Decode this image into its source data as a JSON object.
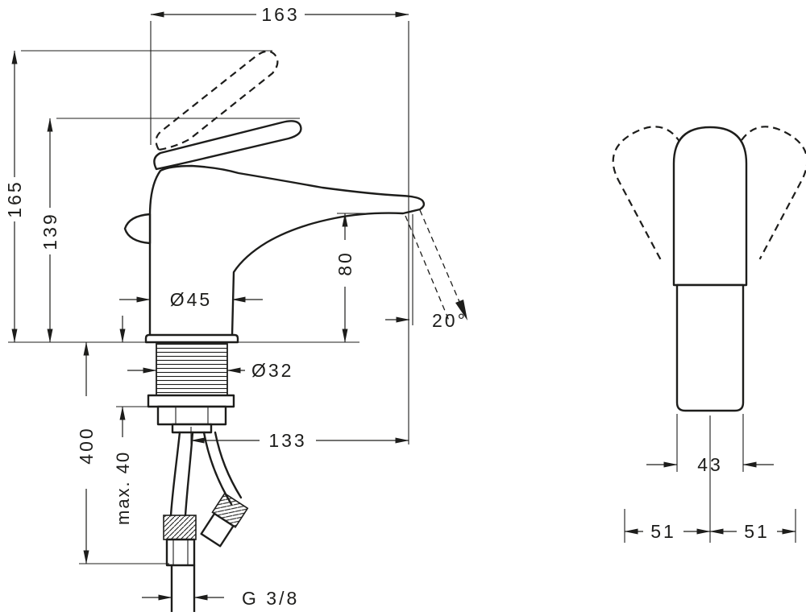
{
  "colors": {
    "ink": "#1d1d1b",
    "background": "#ffffff"
  },
  "side_view": {
    "dimensions": {
      "overall_depth": "163",
      "total_height": "165",
      "height_to_handle": "139",
      "body_diameter": "Ø45",
      "spout_height": "80",
      "stream_angle": "20°",
      "shank_diameter": "Ø32",
      "spout_reach": "133",
      "max_counter_thickness": "max. 40",
      "hose_length": "400",
      "connection_thread": "G 3/8"
    }
  },
  "front_view": {
    "dimensions": {
      "body_width": "43",
      "width_left_of_center": "51",
      "width_right_of_center": "51"
    }
  }
}
